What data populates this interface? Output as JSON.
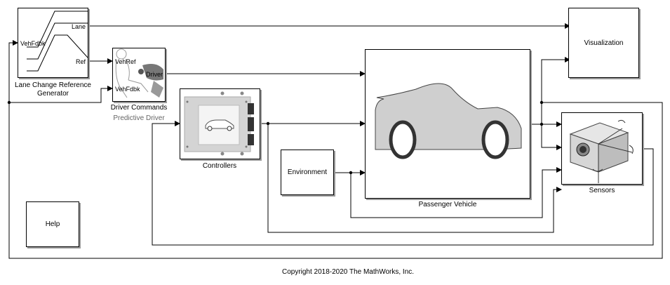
{
  "blocks": {
    "lane_change": {
      "label_line1": "Lane Change Reference",
      "label_line2": "Generator",
      "port_in": "VehFdbk",
      "port_out_lane": "Lane",
      "port_out_ref": "Ref"
    },
    "driver": {
      "label": "Driver Commands",
      "sublabel": "Predictive Driver",
      "port_in_ref": "VehRef",
      "port_in_fdbk": "VehFdbk",
      "port_out": "Driver"
    },
    "controllers": {
      "label": "Controllers"
    },
    "environment": {
      "text": "Environment"
    },
    "vehicle": {
      "label": "Passenger Vehicle"
    },
    "visualization": {
      "text": "Visualization"
    },
    "sensors": {
      "label": "Sensors"
    },
    "help": {
      "text": "Help"
    }
  },
  "footer": {
    "copyright": "Copyright 2018-2020 The MathWorks, Inc."
  },
  "colors": {
    "line": "#000000",
    "shadow": "#9a9a9a",
    "car_body": "#cfcfcf",
    "sublabel": "#666666"
  }
}
